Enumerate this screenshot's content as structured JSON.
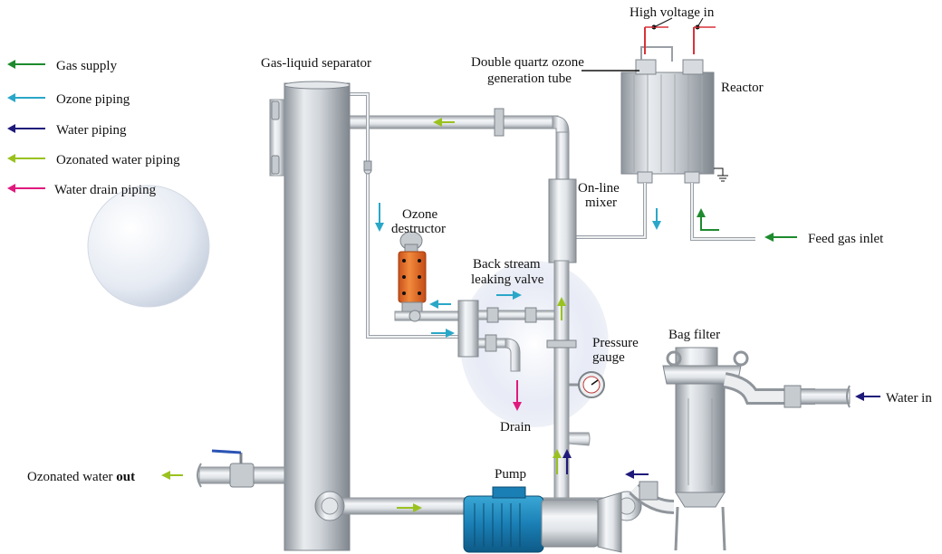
{
  "legend": [
    {
      "label": "Gas supply",
      "color": "#1e8a2e"
    },
    {
      "label": "Ozone piping",
      "color": "#2aa7c8"
    },
    {
      "label": "Water piping",
      "color": "#1f1a7a"
    },
    {
      "label": "Ozonated water piping",
      "color": "#9ac21f"
    },
    {
      "label": "Water drain piping",
      "color": "#e0197d"
    }
  ],
  "labels": {
    "high_voltage": "High voltage in",
    "quartz_tube_line1": "Double quartz ozone",
    "quartz_tube_line2": "generation tube",
    "reactor": "Reactor",
    "separator": "Gas-liquid separator",
    "mixer_line1": "On-line",
    "mixer_line2": "mixer",
    "feed_gas": "Feed gas inlet",
    "destructor_line1": "Ozone",
    "destructor_line2": "destructor",
    "valve_line1": "Back stream",
    "valve_line2": "leaking valve",
    "gauge_line1": "Pressure",
    "gauge_line2": "gauge",
    "bag_filter": "Bag filter",
    "water_in": "Water in",
    "drain": "Drain",
    "pump": "Pump",
    "ozonated_out_prefix": "Ozonated water ",
    "ozonated_out_bold": "out"
  }
}
